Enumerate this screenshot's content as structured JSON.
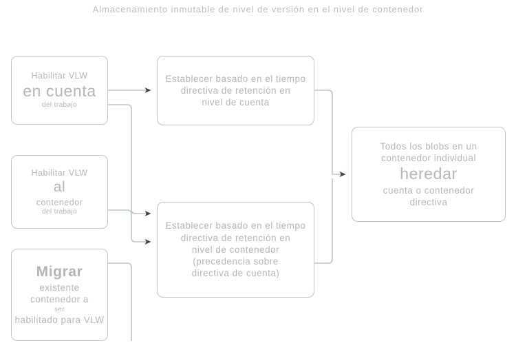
{
  "diagram": {
    "title": "Almacenamiento inmutable de nivel de versión en el nivel de contenedor",
    "stroke_color": "#bfc4c9",
    "text_color": "#b5b5b5",
    "title_color": "#bdbdbd",
    "arrow_color": "#3e4450",
    "background": "#ffffff"
  },
  "nodes": {
    "enable_account": {
      "name": "Habilitar VLW en cuenta del trabajo",
      "lines": [
        "Habilitar VLW",
        "en cuenta",
        "del trabajo"
      ]
    },
    "enable_container": {
      "name": "Habilitar VLW al contenedor del trabajo",
      "lines": [
        "Habilitar VLW",
        "al",
        "contenedor",
        "del trabajo"
      ]
    },
    "migrate_container": {
      "name": "Migrar contenedor existente",
      "lines": [
        "Migrar",
        "existente",
        "contenedor a",
        "ser",
        "habilitado para VLW"
      ]
    },
    "policy_account": {
      "name": "Directiva de retencion nivel de cuenta",
      "lines": [
        "Establecer basado en el tiempo",
        "directiva de retención en",
        "nivel de cuenta"
      ]
    },
    "policy_container": {
      "name": "Directiva de retencion nivel de contenedor",
      "lines": [
        "Establecer basado en el tiempo",
        "directiva de retención en",
        "nivel de contenedor",
        "(precedencia sobre",
        "directiva de cuenta)"
      ]
    },
    "blobs_inherit": {
      "name": "Blobs heredan directiva",
      "lines": [
        "Todos los blobs en un",
        "contenedor individual",
        "heredar",
        "cuenta o contenedor",
        "directiva"
      ]
    }
  },
  "connectors": [
    {
      "id": "enable-account-to-policy-account",
      "from": "enable_account",
      "to": "policy_account"
    },
    {
      "id": "enable-account-to-policy-container",
      "from": "enable_account",
      "to": "policy_container"
    },
    {
      "id": "enable-container-to-policy-container",
      "from": "enable_container",
      "to": "policy_container"
    },
    {
      "id": "migrate-container-to-policy-container",
      "from": "migrate_container",
      "to": "policy_container"
    },
    {
      "id": "policy-account-to-blobs",
      "from": "policy_account",
      "to": "blobs_inherit"
    },
    {
      "id": "policy-container-to-blobs",
      "from": "policy_container",
      "to": "blobs_inherit"
    }
  ]
}
